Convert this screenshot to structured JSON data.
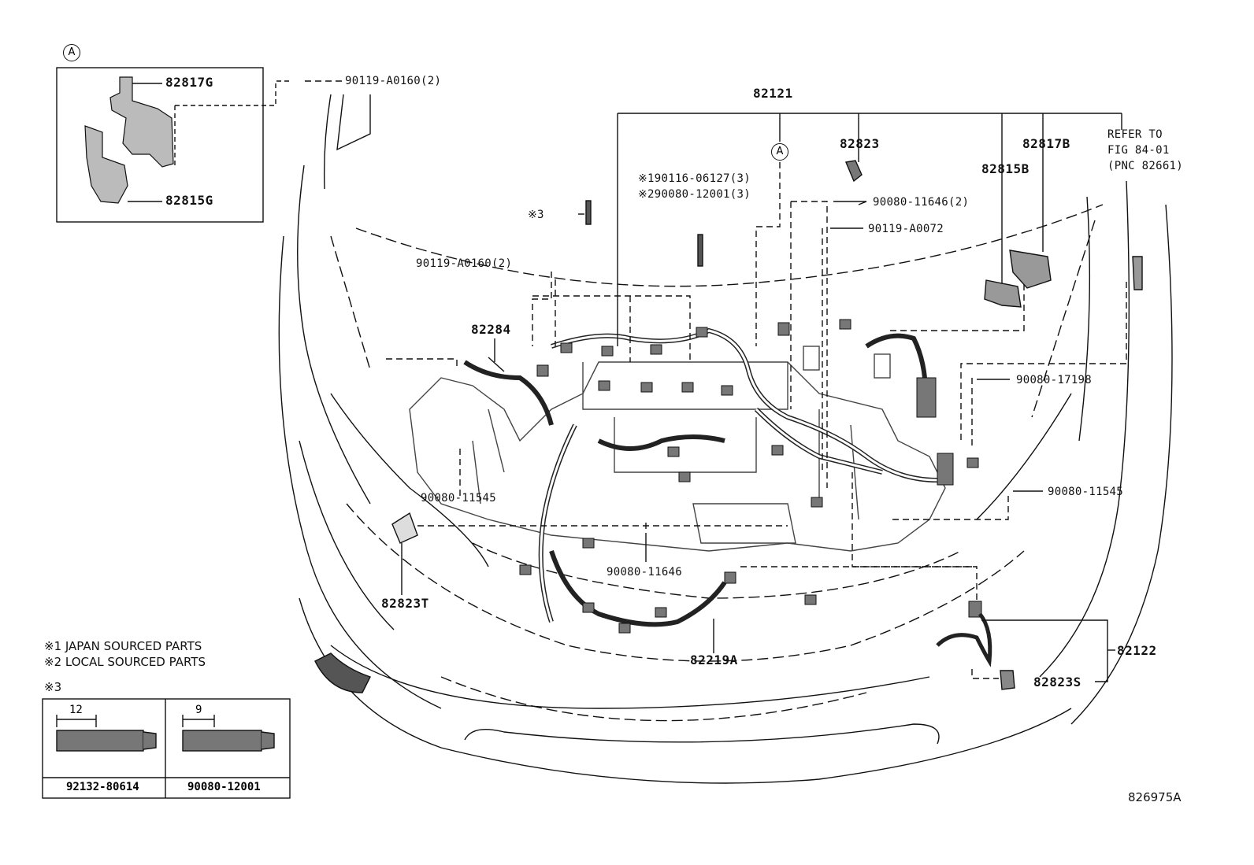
{
  "inset": {
    "marker": "A",
    "parts": [
      "82817G",
      "82815G"
    ]
  },
  "labels": {
    "p82121": "82121",
    "p82823": "82823",
    "p82817B": "82817B",
    "p82815B": "82815B",
    "refer_line1": "REFER TO",
    "refer_line2": "FIG 84-01",
    "refer_line3": "(PNC 82661)",
    "marker_main": "A",
    "b90119_top": "90119-A0160(2)",
    "b90119_left": "90119-A0160(2)",
    "star1_part": "※190116-06127(3)",
    "star2_part": "※290080-12001(3)",
    "star3_marker": "※3",
    "b90080_11646_top": "90080-11646(2)",
    "b90119_A0072": "90119-A0072",
    "p82284": "82284",
    "b90080_17198": "90080-17198",
    "b90080_11545_left": "90080-11545",
    "b90080_11545_right": "90080-11545",
    "p82823T": "82823T",
    "b90080_11646_bottom": "90080-11646",
    "p82219A": "82219A",
    "p82122": "82122",
    "p82823S": "82823S",
    "figure_id": "826975A"
  },
  "notes": {
    "note1": "※1 JAPAN SOURCED PARTS",
    "note2": "※2 LOCAL SOURCED PARTS",
    "note3": "※3"
  },
  "stud_table": [
    {
      "length": "12",
      "part": "92132-80614"
    },
    {
      "length": "9",
      "part": "90080-12001"
    }
  ]
}
